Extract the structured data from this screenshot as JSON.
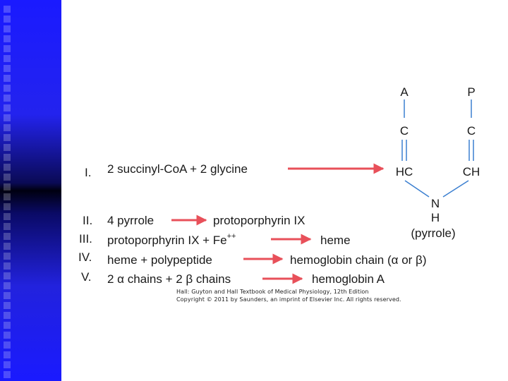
{
  "steps": [
    {
      "numeral": "I.",
      "left": "2 succinyl-CoA + 2 glycine",
      "right": ""
    },
    {
      "numeral": "II.",
      "left": "4 pyrrole",
      "right": "protoporphyrin IX"
    },
    {
      "numeral": "III.",
      "left": "protoporphyrin IX + Fe",
      "left_sup": "++",
      "right": "heme"
    },
    {
      "numeral": "IV.",
      "left": "heme + polypeptide",
      "right": "hemoglobin chain (α or β)"
    },
    {
      "numeral": "V.",
      "left": "2 α chains + 2 β chains",
      "right": "hemoglobin A"
    }
  ],
  "pyrrole": {
    "top_left": "A",
    "top_right": "P",
    "c_left": "C",
    "c_right": "C",
    "hc": "HC",
    "ch": "CH",
    "n": "N",
    "h": "H",
    "caption": "(pyrrole)"
  },
  "copyright": {
    "line1": "Hall: Guyton and Hall Textbook of Medical Physiology, 12th Edition",
    "line2": "Copyright © 2011 by Saunders, an imprint of Elsevier Inc. All rights reserved."
  },
  "colors": {
    "sidebar_blue": "#1a1aff",
    "arrow": "#e8505a",
    "bond": "#3b7fd0",
    "text": "#1a1a1a"
  }
}
